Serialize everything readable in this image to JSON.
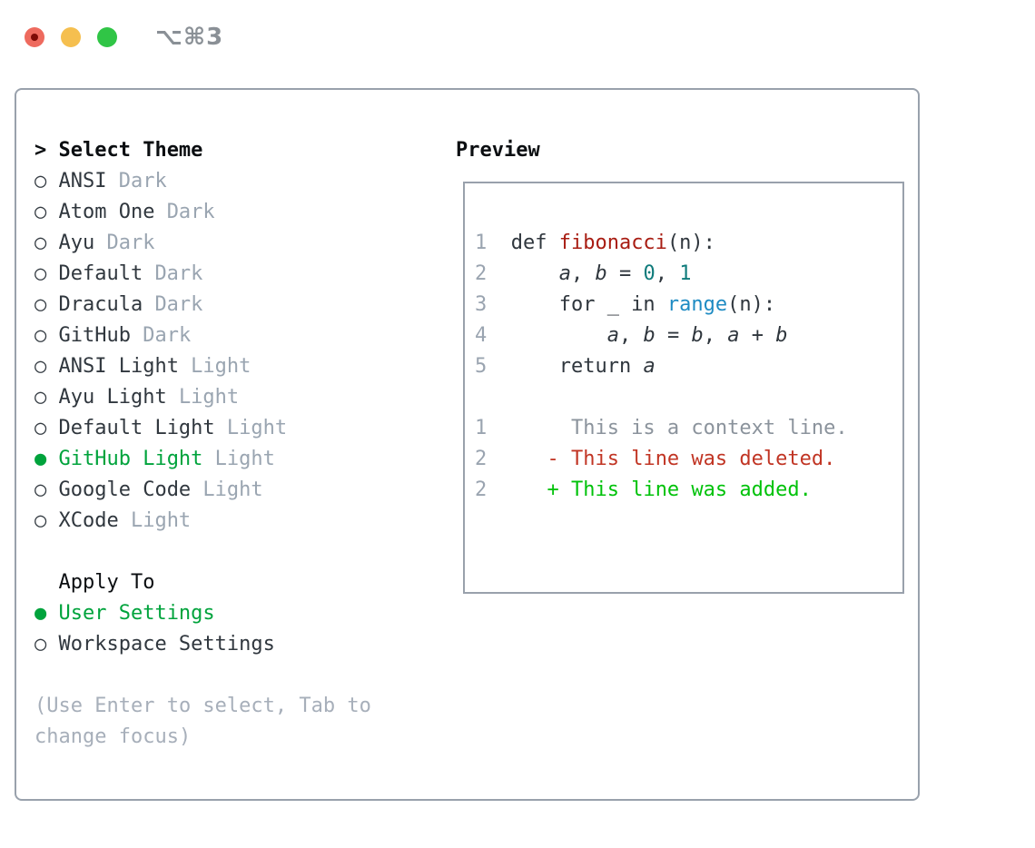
{
  "window": {
    "title": "⌥⌘3",
    "traffic_lights": [
      "close",
      "minimize",
      "zoom"
    ]
  },
  "theme_panel": {
    "cursor": ">",
    "title": "Select Theme",
    "radio_unselected_icon": "○",
    "radio_selected_icon": "●",
    "themes": [
      {
        "marker": "○",
        "name": "ANSI",
        "variant": "Dark",
        "selected": false
      },
      {
        "marker": "○",
        "name": "Atom One",
        "variant": "Dark",
        "selected": false
      },
      {
        "marker": "○",
        "name": "Ayu",
        "variant": "Dark",
        "selected": false
      },
      {
        "marker": "○",
        "name": "Default",
        "variant": "Dark",
        "selected": false
      },
      {
        "marker": "○",
        "name": "Dracula",
        "variant": "Dark",
        "selected": false
      },
      {
        "marker": "○",
        "name": "GitHub",
        "variant": "Dark",
        "selected": false
      },
      {
        "marker": "○",
        "name": "ANSI Light",
        "variant": "Light",
        "selected": false
      },
      {
        "marker": "○",
        "name": "Ayu Light",
        "variant": "Light",
        "selected": false
      },
      {
        "marker": "○",
        "name": "Default Light",
        "variant": "Light",
        "selected": false
      },
      {
        "marker": "●",
        "name": "GitHub Light",
        "variant": "Light",
        "selected": true
      },
      {
        "marker": "○",
        "name": "Google Code",
        "variant": "Light",
        "selected": false
      },
      {
        "marker": "○",
        "name": "XCode",
        "variant": "Light",
        "selected": false
      }
    ],
    "apply_to": {
      "title": "Apply To",
      "options": [
        {
          "marker": "●",
          "label": "User Settings",
          "selected": true
        },
        {
          "marker": "○",
          "label": "Workspace Settings",
          "selected": false
        }
      ]
    },
    "hint_line1": "(Use Enter to select, Tab to",
    "hint_line2": "change focus)"
  },
  "preview": {
    "title": "Preview",
    "lines": [
      {
        "num": "1",
        "tokens": [
          {
            "t": "def "
          },
          {
            "t": "fibonacci"
          },
          {
            "t": "(n):"
          }
        ]
      },
      {
        "num": "2",
        "tokens": [
          {
            "t": "    "
          },
          {
            "t": "a"
          },
          {
            "t": ", "
          },
          {
            "t": "b"
          },
          {
            "t": " = "
          },
          {
            "t": "0"
          },
          {
            "t": ", "
          },
          {
            "t": "1"
          }
        ]
      },
      {
        "num": "3",
        "tokens": [
          {
            "t": "    for _ in "
          },
          {
            "t": "range"
          },
          {
            "t": "(n):"
          }
        ]
      },
      {
        "num": "4",
        "tokens": [
          {
            "t": "        "
          },
          {
            "t": "a"
          },
          {
            "t": ", "
          },
          {
            "t": "b"
          },
          {
            "t": " = "
          },
          {
            "t": "b"
          },
          {
            "t": ", "
          },
          {
            "t": "a"
          },
          {
            "t": " + "
          },
          {
            "t": "b"
          }
        ]
      },
      {
        "num": "5",
        "tokens": [
          {
            "t": "    return "
          },
          {
            "t": "a"
          }
        ]
      },
      {
        "num": "1",
        "tokens": [
          {
            "t": "     This is a context line."
          }
        ]
      },
      {
        "num": "2",
        "tokens": [
          {
            "t": "   "
          },
          {
            "t": "- This line was deleted."
          }
        ]
      },
      {
        "num": "2",
        "tokens": [
          {
            "t": "   "
          },
          {
            "t": "+ This line was added."
          }
        ]
      }
    ]
  },
  "colors": {
    "panel_border": "#99a1ac",
    "selected_green": "#00a33c",
    "diff_added_green": "#00c20a",
    "diff_deleted_red": "#c13524",
    "function_red": "#a81c12",
    "builtin_blue": "#1e8bc3",
    "number_teal": "#0f7b7b",
    "muted_gray": "#9aa5b1",
    "hint_gray": "#a7afba",
    "text_dark": "#2f363d",
    "traffic_red": "#ee6a5e",
    "traffic_yellow": "#f5bf4f",
    "traffic_green": "#30c546"
  }
}
